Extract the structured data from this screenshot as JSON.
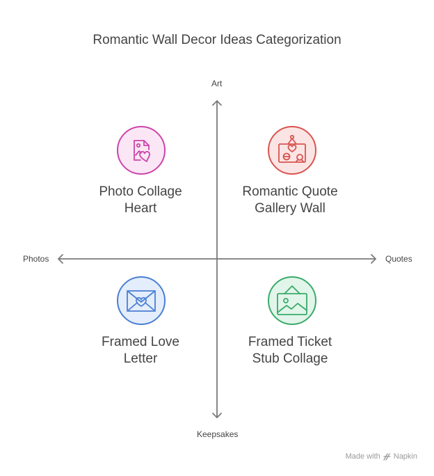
{
  "title": "Romantic Wall Decor Ideas Categorization",
  "axes": {
    "top": "Art",
    "bottom": "Keepsakes",
    "left": "Photos",
    "right": "Quotes"
  },
  "quadrants": [
    {
      "id": "top-left",
      "lines": [
        "Photo Collage",
        "Heart"
      ],
      "color": "#cc44aa",
      "fill": "#fbe6f5",
      "icon": "photo-heart-icon"
    },
    {
      "id": "top-right",
      "lines": [
        "Romantic Quote",
        "Gallery Wall"
      ],
      "color": "#d9534f",
      "fill": "#fbe5e4",
      "icon": "hanging-frame-icon"
    },
    {
      "id": "bottom-left",
      "lines": [
        "Framed Love",
        "Letter"
      ],
      "color": "#4a7fd4",
      "fill": "#e4edfb",
      "icon": "envelope-heart-icon"
    },
    {
      "id": "bottom-right",
      "lines": [
        "Framed Ticket",
        "Stub Collage"
      ],
      "color": "#3aaa6a",
      "fill": "#e2f5ea",
      "icon": "framed-picture-icon"
    }
  ],
  "watermark": {
    "prefix": "Made with",
    "brand": "Napkin"
  }
}
